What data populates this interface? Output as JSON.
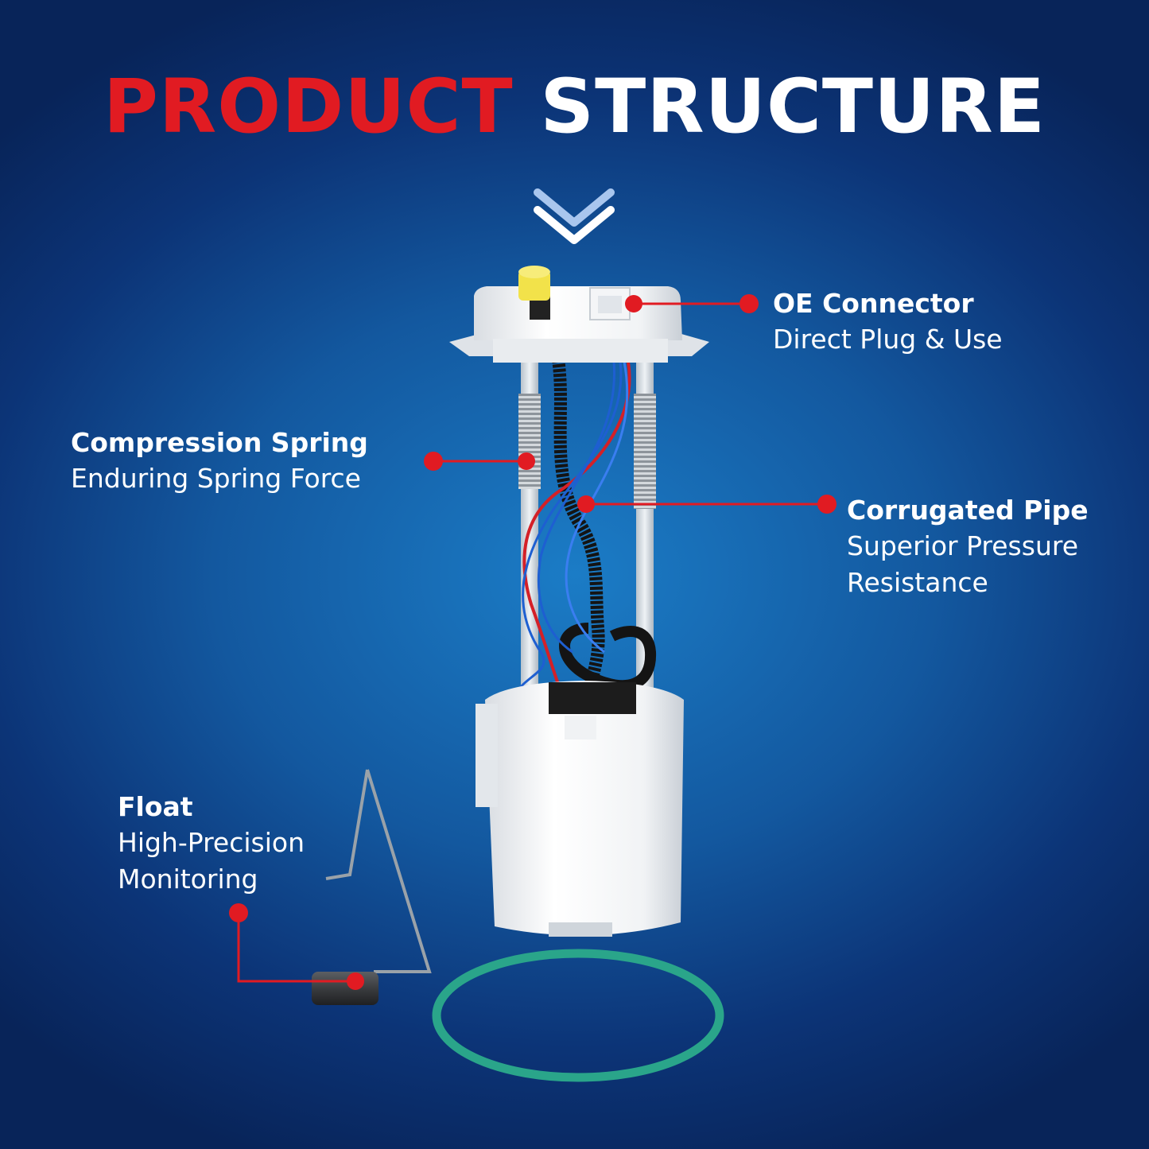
{
  "title": {
    "part1": "PRODUCT",
    "part2": "STRUCTURE"
  },
  "colors": {
    "accent_red": "#e11b22",
    "background": "#13589f",
    "text": "#ffffff",
    "oring": "#2aa58a"
  },
  "callouts": {
    "oe_connector": {
      "heading": "OE Connector",
      "desc1": "Direct Plug & Use"
    },
    "compression_spring": {
      "heading": "Compression Spring",
      "desc1": "Enduring Spring Force"
    },
    "corrugated_pipe": {
      "heading": "Corrugated Pipe",
      "desc1": "Superior Pressure",
      "desc2": "Resistance"
    },
    "float": {
      "heading": "Float",
      "desc1": "High-Precision",
      "desc2": "Monitoring"
    }
  },
  "icons": [
    "double-chevron-down-icon"
  ]
}
